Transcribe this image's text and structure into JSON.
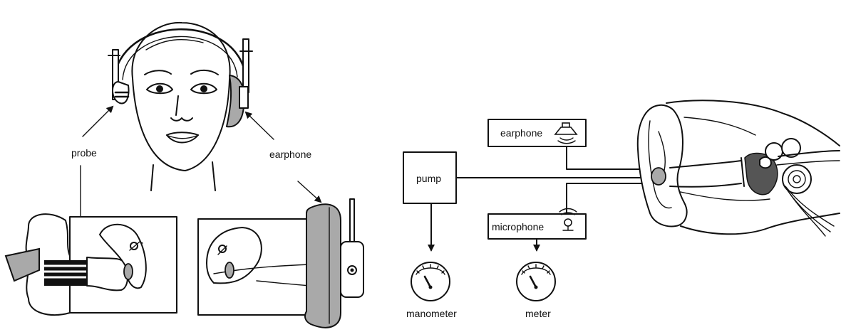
{
  "labels": {
    "probe": "probe",
    "earphone_left_panel": "earphone",
    "earphone_box": "earphone",
    "pump": "pump",
    "microphone": "microphone",
    "manometer": "manometer",
    "meter": "meter"
  },
  "colors": {
    "line": "#111111",
    "cushion_gray": "#a9a9a9",
    "tissue_dark": "#555555",
    "background": "#ffffff"
  }
}
